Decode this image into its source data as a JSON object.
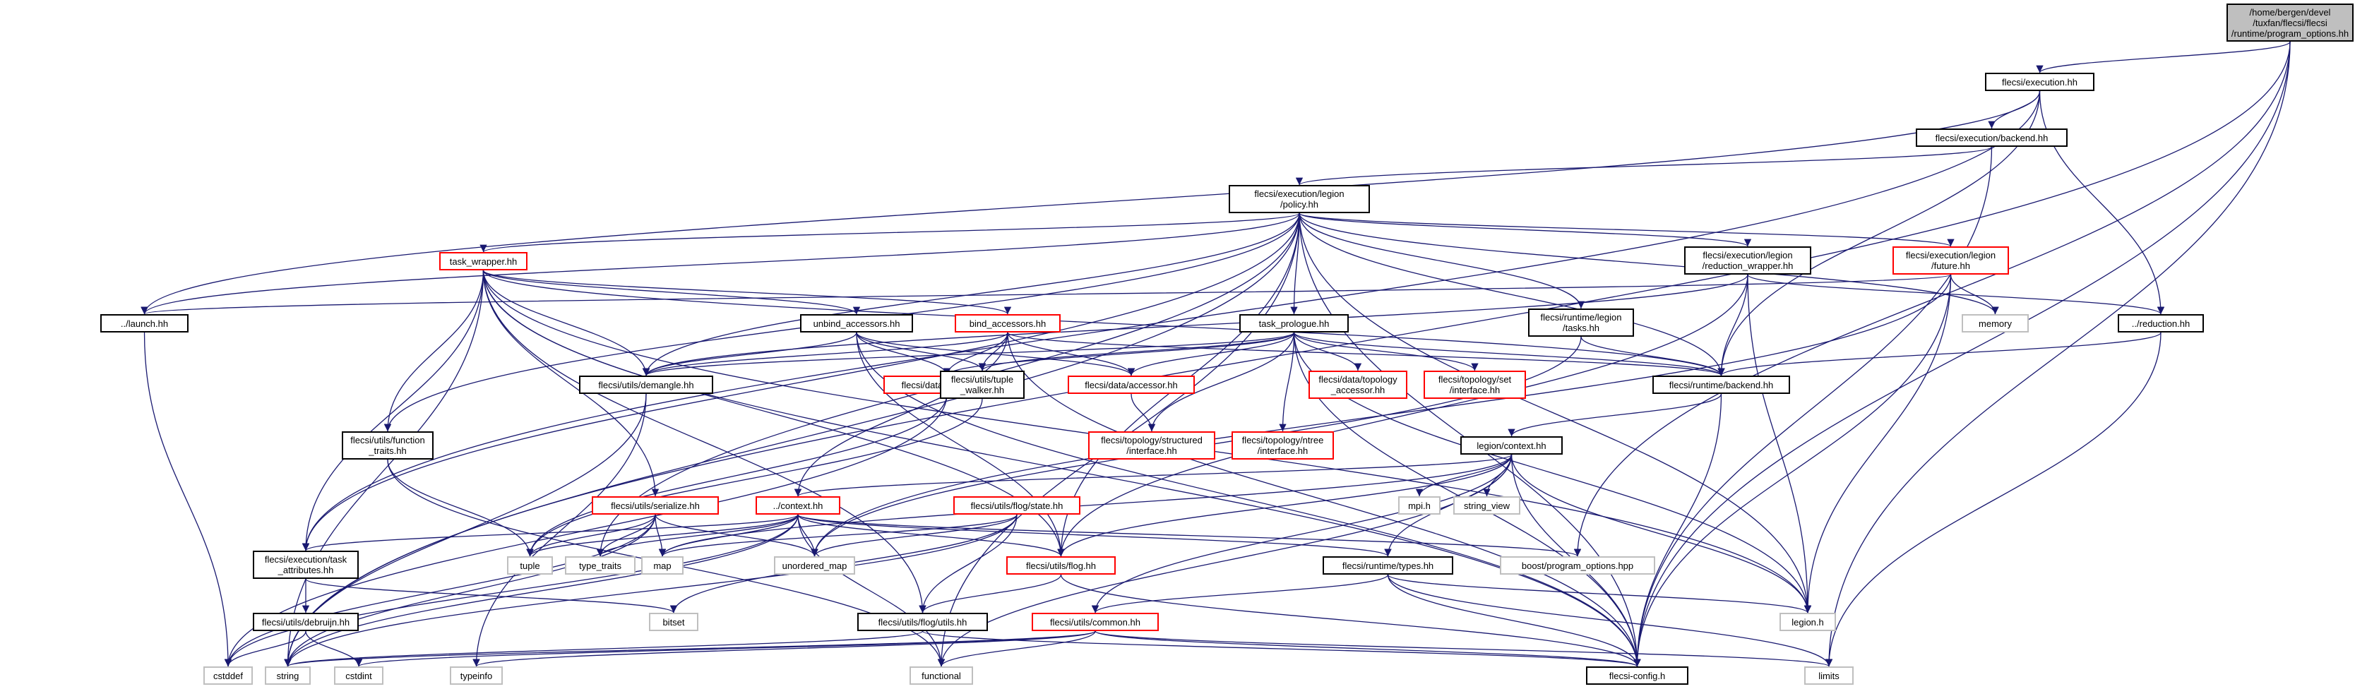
{
  "diagram": {
    "colors": {
      "edge": "#191970",
      "border": "#000000",
      "incomplete_border": "#ff0000",
      "system_border": "#bfbfbf",
      "root_fill": "#bfbfbf"
    },
    "nodes": [
      {
        "id": "root",
        "label": "/home/bergen/devel\n/tuxfan/flecsi/flecsi\n/runtime/program_options.hh",
        "style": "root"
      },
      {
        "id": "execution",
        "label": "flecsi/execution.hh",
        "style": "normal"
      },
      {
        "id": "exec_backend",
        "label": "flecsi/execution/backend.hh",
        "style": "normal"
      },
      {
        "id": "policy",
        "label": "flecsi/execution/legion\n/policy.hh",
        "style": "normal"
      },
      {
        "id": "task_wrapper",
        "label": "task_wrapper.hh",
        "style": "red"
      },
      {
        "id": "reduction_wrapper",
        "label": "flecsi/execution/legion\n/reduction_wrapper.hh",
        "style": "normal"
      },
      {
        "id": "future",
        "label": "flecsi/execution/legion\n/future.hh",
        "style": "red"
      },
      {
        "id": "launch",
        "label": "../launch.hh",
        "style": "normal"
      },
      {
        "id": "unbind",
        "label": "unbind_accessors.hh",
        "style": "normal"
      },
      {
        "id": "bind",
        "label": "bind_accessors.hh",
        "style": "red"
      },
      {
        "id": "task_prologue",
        "label": "task_prologue.hh",
        "style": "normal"
      },
      {
        "id": "runtime_legion_tasks",
        "label": "flecsi/runtime/legion\n/tasks.hh",
        "style": "normal"
      },
      {
        "id": "memory",
        "label": "memory",
        "style": "gray"
      },
      {
        "id": "reduction",
        "label": "../reduction.hh",
        "style": "normal"
      },
      {
        "id": "demangle",
        "label": "flecsi/utils/demangle.hh",
        "style": "normal"
      },
      {
        "id": "privilege",
        "label": "flecsi/data/privilege.hh",
        "style": "red"
      },
      {
        "id": "tuple_walker",
        "label": "flecsi/utils/tuple\n_walker.hh",
        "style": "normal"
      },
      {
        "id": "accessor",
        "label": "flecsi/data/accessor.hh",
        "style": "red"
      },
      {
        "id": "topo_accessor",
        "label": "flecsi/data/topology\n_accessor.hh",
        "style": "red"
      },
      {
        "id": "set_interface",
        "label": "flecsi/topology/set\n/interface.hh",
        "style": "red"
      },
      {
        "id": "runtime_backend",
        "label": "flecsi/runtime/backend.hh",
        "style": "normal"
      },
      {
        "id": "function_traits",
        "label": "flecsi/utils/function\n_traits.hh",
        "style": "normal"
      },
      {
        "id": "structured_interface",
        "label": "flecsi/topology/structured\n/interface.hh",
        "style": "red"
      },
      {
        "id": "ntree_interface",
        "label": "flecsi/topology/ntree\n/interface.hh",
        "style": "red"
      },
      {
        "id": "legion_context",
        "label": "legion/context.hh",
        "style": "normal"
      },
      {
        "id": "serialize",
        "label": "flecsi/utils/serialize.hh",
        "style": "red"
      },
      {
        "id": "context",
        "label": "../context.hh",
        "style": "red"
      },
      {
        "id": "flog_state",
        "label": "flecsi/utils/flog/state.hh",
        "style": "red"
      },
      {
        "id": "mpi",
        "label": "mpi.h",
        "style": "gray"
      },
      {
        "id": "string_view",
        "label": "string_view",
        "style": "gray"
      },
      {
        "id": "tuple",
        "label": "tuple",
        "style": "gray"
      },
      {
        "id": "type_traits",
        "label": "type_traits",
        "style": "gray"
      },
      {
        "id": "map",
        "label": "map",
        "style": "gray"
      },
      {
        "id": "unordered_map",
        "label": "unordered_map",
        "style": "gray"
      },
      {
        "id": "flog",
        "label": "flecsi/utils/flog.hh",
        "style": "red"
      },
      {
        "id": "runtime_types",
        "label": "flecsi/runtime/types.hh",
        "style": "normal"
      },
      {
        "id": "boost_po",
        "label": "boost/program_options.hpp",
        "style": "gray"
      },
      {
        "id": "task_attributes",
        "label": "flecsi/execution/task\n_attributes.hh",
        "style": "normal"
      },
      {
        "id": "bitset",
        "label": "bitset",
        "style": "gray"
      },
      {
        "id": "flog_utils",
        "label": "flecsi/utils/flog/utils.hh",
        "style": "normal"
      },
      {
        "id": "common",
        "label": "flecsi/utils/common.hh",
        "style": "red"
      },
      {
        "id": "legion_h",
        "label": "legion.h",
        "style": "gray"
      },
      {
        "id": "debruijn",
        "label": "flecsi/utils/debruijn.hh",
        "style": "normal"
      },
      {
        "id": "cstddef",
        "label": "cstddef",
        "style": "gray"
      },
      {
        "id": "string",
        "label": "string",
        "style": "gray"
      },
      {
        "id": "cstdint",
        "label": "cstdint",
        "style": "gray"
      },
      {
        "id": "typeinfo",
        "label": "typeinfo",
        "style": "gray"
      },
      {
        "id": "functional",
        "label": "functional",
        "style": "gray"
      },
      {
        "id": "config",
        "label": "flecsi-config.h",
        "style": "normal"
      },
      {
        "id": "limits",
        "label": "limits",
        "style": "gray"
      }
    ],
    "edges": [
      [
        "root",
        "execution"
      ],
      [
        "root",
        "string"
      ],
      [
        "root",
        "boost_po"
      ],
      [
        "root",
        "config"
      ],
      [
        "root",
        "limits"
      ],
      [
        "execution",
        "exec_backend"
      ],
      [
        "execution",
        "launch"
      ],
      [
        "execution",
        "task_attributes"
      ],
      [
        "execution",
        "reduction"
      ],
      [
        "execution",
        "runtime_backend"
      ],
      [
        "exec_backend",
        "policy"
      ],
      [
        "exec_backend",
        "config"
      ],
      [
        "policy",
        "task_wrapper"
      ],
      [
        "policy",
        "reduction_wrapper"
      ],
      [
        "policy",
        "future"
      ],
      [
        "policy",
        "launch"
      ],
      [
        "policy",
        "task_prologue"
      ],
      [
        "policy",
        "runtime_legion_tasks"
      ],
      [
        "policy",
        "memory"
      ],
      [
        "policy",
        "demangle"
      ],
      [
        "policy",
        "runtime_backend"
      ],
      [
        "policy",
        "function_traits"
      ],
      [
        "policy",
        "type_traits"
      ],
      [
        "policy",
        "flog"
      ],
      [
        "policy",
        "string"
      ],
      [
        "policy",
        "functional"
      ],
      [
        "policy",
        "legion_h"
      ],
      [
        "policy",
        "config"
      ],
      [
        "policy",
        "task_attributes"
      ],
      [
        "task_wrapper",
        "unbind"
      ],
      [
        "task_wrapper",
        "bind"
      ],
      [
        "task_wrapper",
        "demangle"
      ],
      [
        "task_wrapper",
        "function_traits"
      ],
      [
        "task_wrapper",
        "serialize"
      ],
      [
        "task_wrapper",
        "task_attributes"
      ],
      [
        "task_wrapper",
        "flog"
      ],
      [
        "task_wrapper",
        "runtime_backend"
      ],
      [
        "task_wrapper",
        "legion_h"
      ],
      [
        "task_wrapper",
        "string"
      ],
      [
        "task_wrapper",
        "config"
      ],
      [
        "task_wrapper",
        "flog_utils"
      ],
      [
        "reduction_wrapper",
        "demangle"
      ],
      [
        "reduction_wrapper",
        "runtime_backend"
      ],
      [
        "reduction_wrapper",
        "flog"
      ],
      [
        "reduction_wrapper",
        "legion_h"
      ],
      [
        "reduction_wrapper",
        "reduction"
      ],
      [
        "future",
        "launch"
      ],
      [
        "future",
        "memory"
      ],
      [
        "future",
        "legion_h"
      ],
      [
        "future",
        "config"
      ],
      [
        "future",
        "unordered_map"
      ],
      [
        "launch",
        "cstddef"
      ],
      [
        "unbind",
        "demangle"
      ],
      [
        "unbind",
        "privilege"
      ],
      [
        "unbind",
        "tuple_walker"
      ],
      [
        "unbind",
        "accessor"
      ],
      [
        "unbind",
        "flog"
      ],
      [
        "unbind",
        "config"
      ],
      [
        "bind",
        "demangle"
      ],
      [
        "bind",
        "privilege"
      ],
      [
        "bind",
        "tuple_walker"
      ],
      [
        "bind",
        "accessor"
      ],
      [
        "bind",
        "context"
      ],
      [
        "bind",
        "runtime_backend"
      ],
      [
        "bind",
        "config"
      ],
      [
        "task_prologue",
        "demangle"
      ],
      [
        "task_prologue",
        "privilege"
      ],
      [
        "task_prologue",
        "tuple_walker"
      ],
      [
        "task_prologue",
        "accessor"
      ],
      [
        "task_prologue",
        "topo_accessor"
      ],
      [
        "task_prologue",
        "set_interface"
      ],
      [
        "task_prologue",
        "structured_interface"
      ],
      [
        "task_prologue",
        "ntree_interface"
      ],
      [
        "task_prologue",
        "runtime_backend"
      ],
      [
        "task_prologue",
        "legion_h"
      ],
      [
        "task_prologue",
        "config"
      ],
      [
        "runtime_legion_tasks",
        "runtime_backend"
      ],
      [
        "runtime_legion_tasks",
        "unordered_map"
      ],
      [
        "reduction",
        "runtime_backend"
      ],
      [
        "reduction",
        "limits"
      ],
      [
        "demangle",
        "typeinfo"
      ],
      [
        "demangle",
        "string"
      ],
      [
        "privilege",
        "cstddef"
      ],
      [
        "privilege",
        "tuple"
      ],
      [
        "tuple_walker",
        "tuple"
      ],
      [
        "accessor",
        "structured_interface"
      ],
      [
        "runtime_backend",
        "legion_context"
      ],
      [
        "runtime_backend",
        "config"
      ],
      [
        "function_traits",
        "tuple"
      ],
      [
        "function_traits",
        "functional"
      ],
      [
        "legion_context",
        "context"
      ],
      [
        "legion_context",
        "mpi"
      ],
      [
        "legion_context",
        "string_view"
      ],
      [
        "legion_context",
        "runtime_types"
      ],
      [
        "legion_context",
        "flog"
      ],
      [
        "legion_context",
        "common"
      ],
      [
        "legion_context",
        "legion_h"
      ],
      [
        "legion_context",
        "config"
      ],
      [
        "legion_context",
        "functional"
      ],
      [
        "legion_context",
        "map"
      ],
      [
        "serialize",
        "tuple"
      ],
      [
        "serialize",
        "type_traits"
      ],
      [
        "serialize",
        "map"
      ],
      [
        "serialize",
        "unordered_map"
      ],
      [
        "serialize",
        "string"
      ],
      [
        "serialize",
        "cstddef"
      ],
      [
        "context",
        "flog"
      ],
      [
        "context",
        "runtime_types"
      ],
      [
        "context",
        "task_attributes"
      ],
      [
        "context",
        "boost_po"
      ],
      [
        "context",
        "tuple"
      ],
      [
        "context",
        "type_traits"
      ],
      [
        "context",
        "map"
      ],
      [
        "context",
        "unordered_map"
      ],
      [
        "context",
        "functional"
      ],
      [
        "context",
        "string"
      ],
      [
        "context",
        "cstddef"
      ],
      [
        "flog_state",
        "flog_utils"
      ],
      [
        "flog_state",
        "bitset"
      ],
      [
        "flog_state",
        "unordered_map"
      ],
      [
        "flog_state",
        "map"
      ],
      [
        "flog_state",
        "string"
      ],
      [
        "flog",
        "flog_utils"
      ],
      [
        "flog",
        "config"
      ],
      [
        "runtime_types",
        "common"
      ],
      [
        "runtime_types",
        "legion_h"
      ],
      [
        "runtime_types",
        "config"
      ],
      [
        "runtime_types",
        "limits"
      ],
      [
        "task_attributes",
        "debruijn"
      ],
      [
        "task_attributes",
        "bitset"
      ],
      [
        "flog_utils",
        "string"
      ],
      [
        "flog_utils",
        "config"
      ],
      [
        "common",
        "cstdint"
      ],
      [
        "common",
        "typeinfo"
      ],
      [
        "common",
        "functional"
      ],
      [
        "common",
        "string"
      ],
      [
        "common",
        "limits"
      ],
      [
        "common",
        "config"
      ],
      [
        "debruijn",
        "cstddef"
      ],
      [
        "debruijn",
        "cstdint"
      ]
    ]
  }
}
